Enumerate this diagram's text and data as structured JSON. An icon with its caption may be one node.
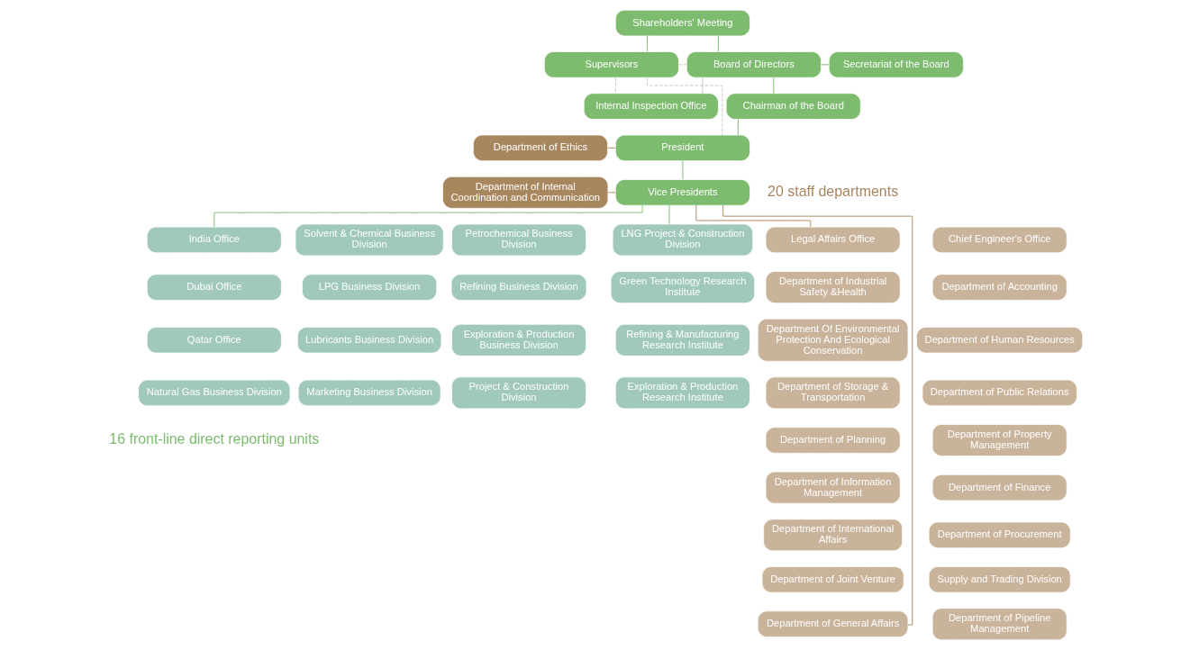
{
  "diagram": {
    "nodes": [
      {
        "text": [
          "Shareholders' Meeting"
        ]
      },
      {
        "text": [
          "Supervisors"
        ]
      },
      {
        "text": [
          "Board of Directors"
        ]
      },
      {
        "text": [
          "Secretariat of the Board"
        ]
      },
      {
        "text": [
          "Chairman of the Board"
        ]
      },
      {
        "text": [
          "Internal Inspection Office"
        ]
      },
      {
        "text": [
          "Department of Ethics"
        ]
      },
      {
        "text": [
          "President"
        ]
      },
      {
        "text": [
          "Department of Internal Coordination and Communication"
        ]
      },
      {
        "text": [
          "Vice Presidents"
        ]
      },
      {
        "text": [
          "India Office"
        ]
      },
      {
        "text": [
          "Solvent & Chemical Business Division"
        ]
      },
      {
        "text": [
          "Petrochemical Business Division"
        ]
      },
      {
        "text": [
          "LNG Project & Construction Division"
        ]
      },
      {
        "text": [
          "Dubai Office"
        ]
      },
      {
        "text": [
          "LPG Business Division"
        ]
      },
      {
        "text": [
          "Refining Business Division"
        ]
      },
      {
        "text": [
          "Green Technology Research Institute"
        ]
      },
      {
        "text": [
          "Qatar Office"
        ]
      },
      {
        "text": [
          "Lubricants Business Division"
        ]
      },
      {
        "text": [
          "Exploration & Production Business Division"
        ]
      },
      {
        "text": [
          "Refining & Manufacturing Research Institute"
        ]
      },
      {
        "text": [
          "Natural Gas Business Division"
        ]
      },
      {
        "text": [
          "Marketing Business Division"
        ]
      },
      {
        "text": [
          "Project & Construction Division"
        ]
      },
      {
        "text": [
          "Exploration & Production Research Institute"
        ]
      },
      {
        "text": [
          "Legal Affairs Office"
        ]
      },
      {
        "text": [
          "Chief Engineer's Office"
        ]
      },
      {
        "text": [
          "Department of Industrial Safety &Health"
        ]
      },
      {
        "text": [
          "Department of Accounting"
        ]
      },
      {
        "text": [
          "Department Of Environmental Protection And Ecological Conservation"
        ]
      },
      {
        "text": [
          "Department of Human Resources"
        ]
      },
      {
        "text": [
          "Department of Storage & Transportation"
        ]
      },
      {
        "text": [
          "Department of Public Relations"
        ]
      },
      {
        "text": [
          "Department of Planning"
        ]
      },
      {
        "text": [
          "Department of Property Management"
        ]
      },
      {
        "text": [
          "Department of Information Management"
        ]
      },
      {
        "text": [
          "Department of Finance"
        ]
      },
      {
        "text": [
          "Department of International Affairs"
        ]
      },
      {
        "text": [
          "Department of Procurement"
        ]
      },
      {
        "text": [
          "Department of Joint Venture"
        ]
      },
      {
        "text": [
          "Supply and Trading Division"
        ]
      },
      {
        "text": [
          "Department of General Affairs"
        ]
      },
      {
        "text": [
          "Department of Pipeline Management"
        ]
      }
    ],
    "edges": [
      {
        "from": 0,
        "to": 1,
        "arrow": "none"
      },
      {
        "from": 0,
        "to": 2,
        "arrow": "none"
      },
      {
        "from": 1,
        "to": 2,
        "arrow": "none",
        "style": "dashed",
        "color": "#c8c8c8"
      },
      {
        "from": 2,
        "to": 3,
        "arrow": "none"
      },
      {
        "from": 2,
        "to": 4,
        "arrow": "none"
      },
      {
        "from": 2,
        "to": 5,
        "arrow": "none",
        "color": "#c8c8c8"
      },
      {
        "from": 1,
        "to": 5,
        "arrow": "none",
        "style": "dashed",
        "color": "#c8c8c8"
      },
      {
        "from": 1,
        "to": 7,
        "arrow": "none",
        "style": "dashed",
        "color": "#c8c8c8"
      },
      {
        "from": 4,
        "to": 7,
        "arrow": "none"
      },
      {
        "from": 6,
        "to": 7,
        "arrow": "none",
        "color": "#a8845f"
      },
      {
        "from": 7,
        "to": 9,
        "arrow": "none"
      },
      {
        "from": 8,
        "to": 9,
        "arrow": "none",
        "color": "#a8845f"
      },
      {
        "from": 9,
        "to": 10,
        "arrow": "none"
      },
      {
        "from": 9,
        "to": 13,
        "arrow": "none"
      },
      {
        "from": 9,
        "to": 26,
        "arrow": "none",
        "color": "#a8845f"
      },
      {
        "from": 9,
        "to": 42,
        "arrow": "none",
        "color": "#a8845f"
      }
    ],
    "labels": [
      "20 staff departments",
      "16 front-line direct reporting units"
    ]
  }
}
